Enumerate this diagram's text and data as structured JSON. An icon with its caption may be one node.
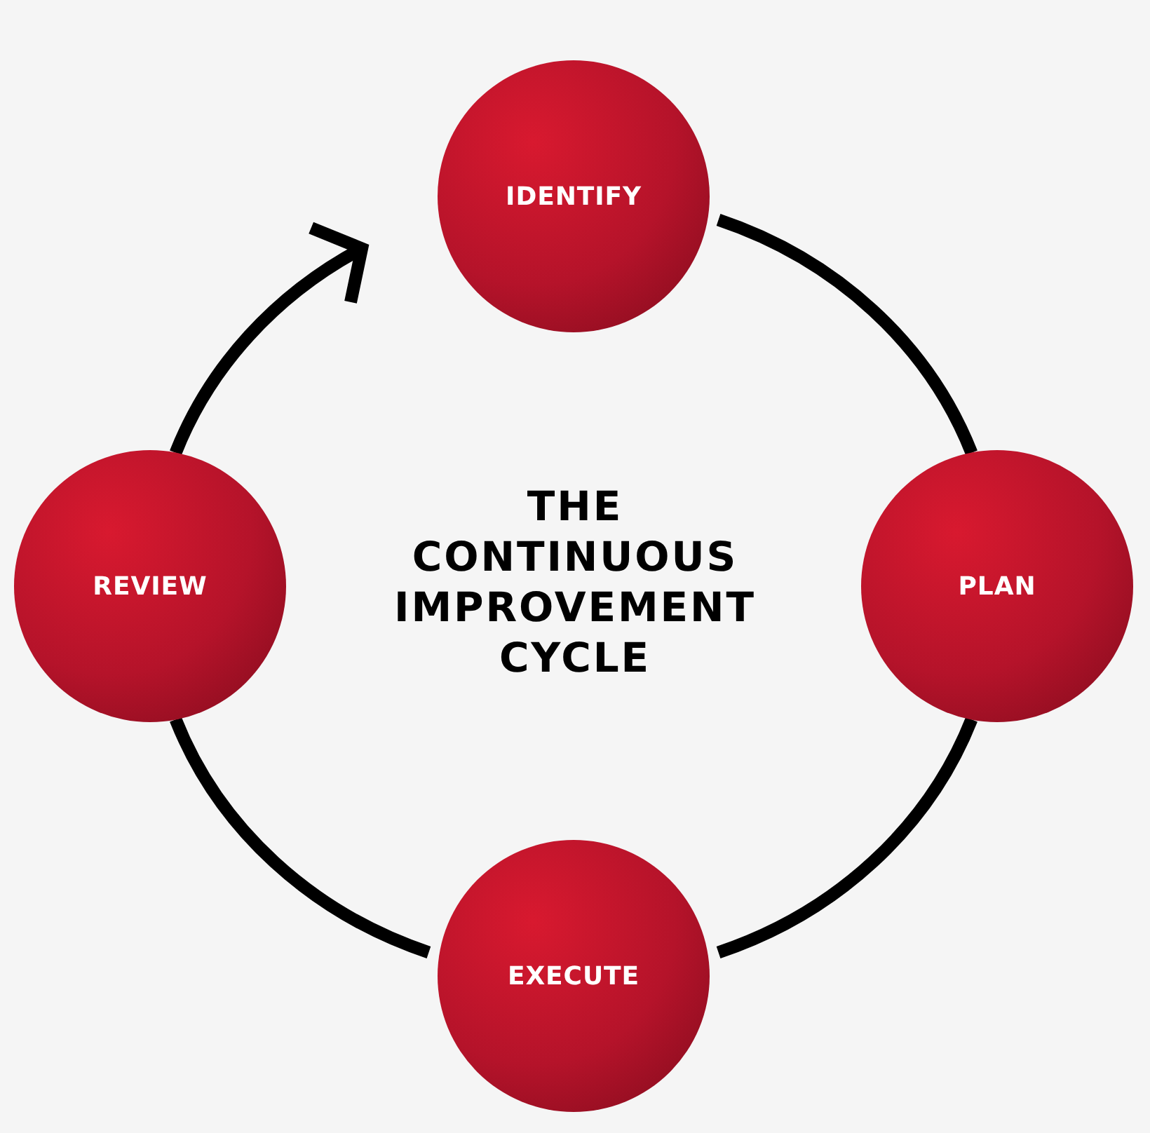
{
  "diagram": {
    "title": "THE CONTINUOUS IMPROVEMENT CYCLE",
    "nodes": [
      {
        "text": [
          "IDENTIFY"
        ]
      },
      {
        "text": [
          "PLAN"
        ]
      },
      {
        "text": [
          "EXECUTE"
        ]
      },
      {
        "text": [
          "REVIEW"
        ]
      }
    ],
    "edges": [
      {
        "from": 0,
        "to": 1,
        "arrow": "none"
      },
      {
        "from": 1,
        "to": 2,
        "arrow": "none"
      },
      {
        "from": 2,
        "to": 3,
        "arrow": "none"
      },
      {
        "from": 3,
        "to": 0,
        "arrow": "to"
      }
    ]
  }
}
